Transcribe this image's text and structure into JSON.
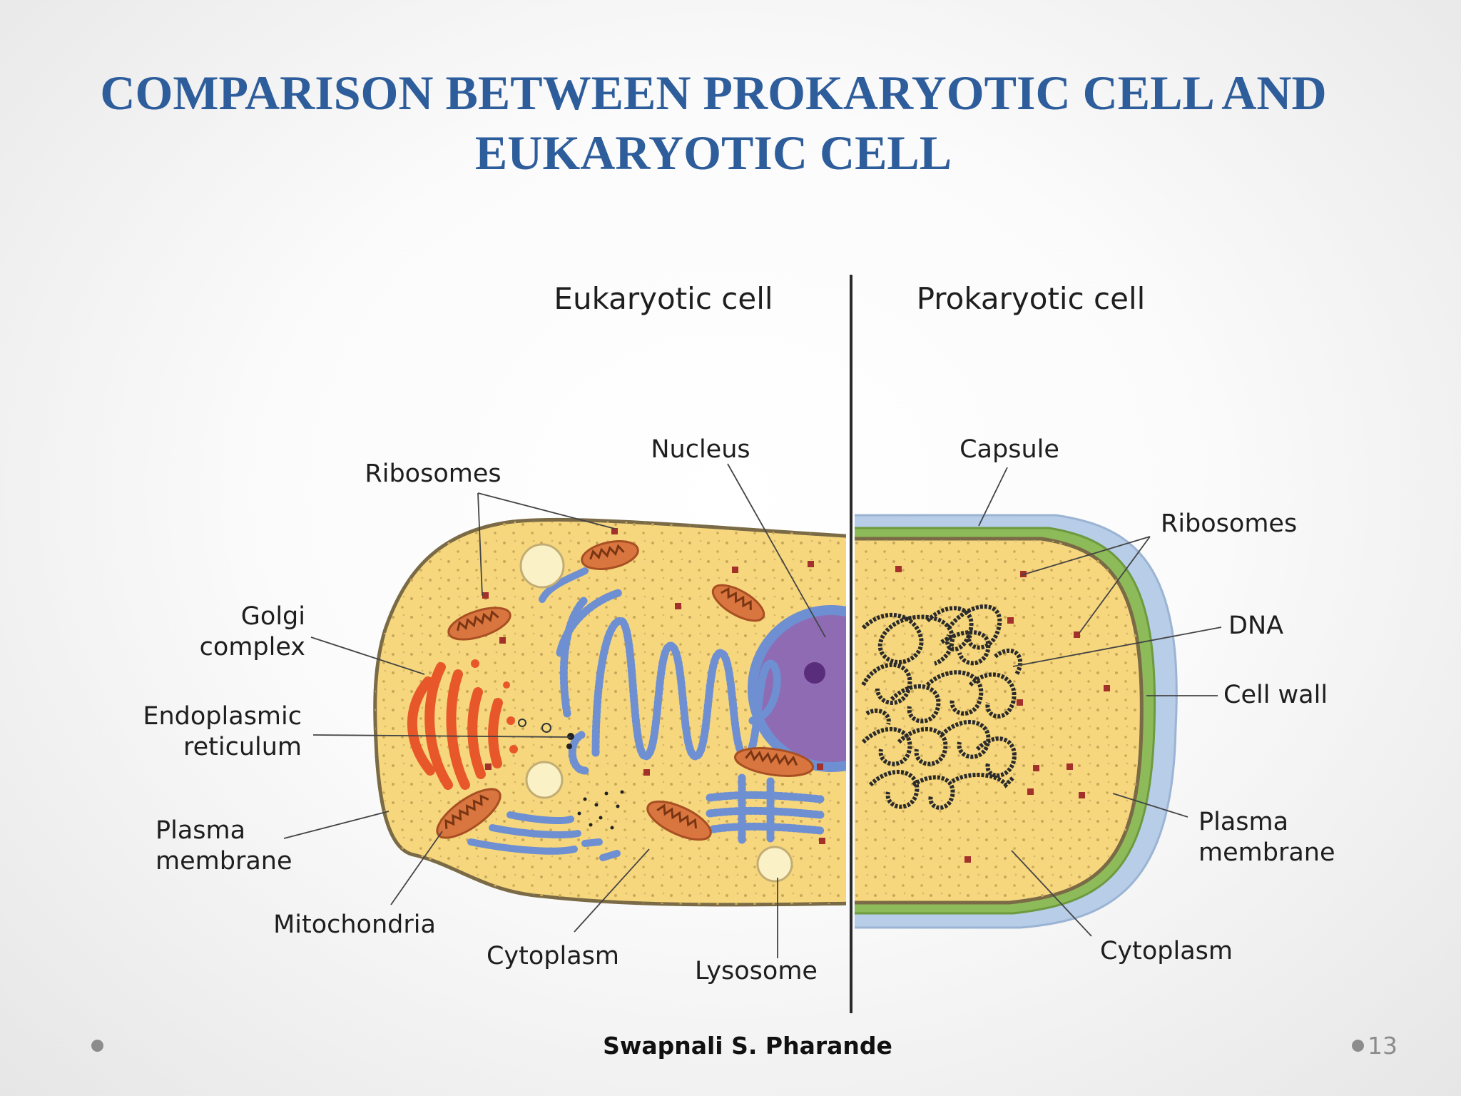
{
  "slide": {
    "title_line1": "COMPARISON BETWEEN PROKARYOTIC CELL AND",
    "title_line2": "EUKARYOTIC CELL",
    "author": "Swapnali S. Pharande",
    "page_number": "13"
  },
  "diagram": {
    "eukaryotic_heading": "Eukaryotic cell",
    "prokaryotic_heading": "Prokaryotic cell",
    "eukaryotic_labels": {
      "ribosomes": "Ribosomes",
      "nucleus": "Nucleus",
      "golgi_line1": "Golgi",
      "golgi_line2": "complex",
      "er_line1": "Endoplasmic",
      "er_line2": "reticulum",
      "plasma_line1": "Plasma",
      "plasma_line2": "membrane",
      "mitochondria": "Mitochondria",
      "cytoplasm": "Cytoplasm",
      "lysosome": "Lysosome"
    },
    "prokaryotic_labels": {
      "capsule": "Capsule",
      "ribosomes": "Ribosomes",
      "dna": "DNA",
      "cell_wall": "Cell wall",
      "plasma_line1": "Plasma",
      "plasma_line2": "membrane",
      "cytoplasm": "Cytoplasm"
    }
  },
  "colors": {
    "title": "#2e5d9b",
    "cytoplasm": "#f6d77e",
    "membrane": "#7a6a45",
    "mitochondria": "#d9763f",
    "golgi": "#e8572a",
    "er": "#6e8fd1",
    "nucleus": "#8e6bb3",
    "capsule": "#b7cde8",
    "cell_wall": "#8dbb5a"
  }
}
